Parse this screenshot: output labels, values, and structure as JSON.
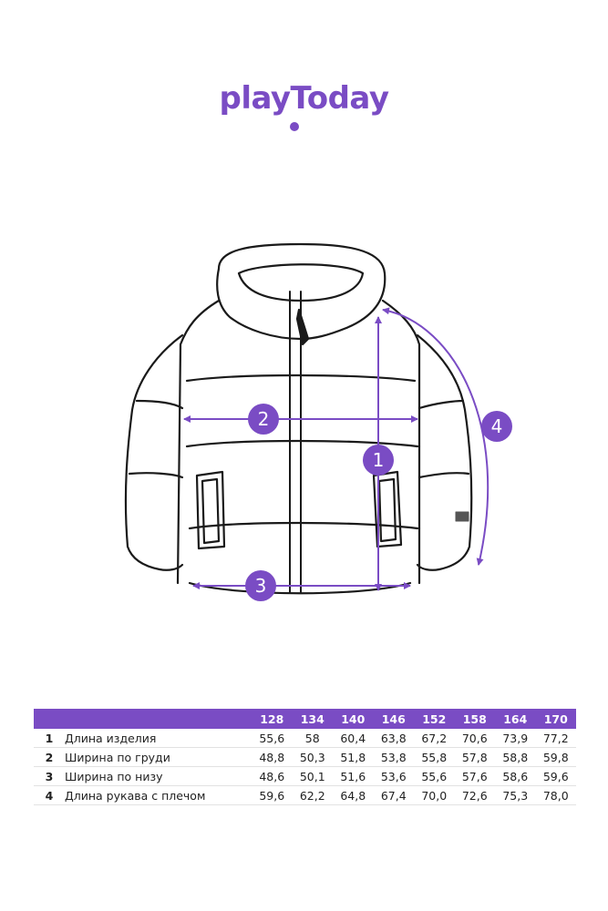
{
  "brand": {
    "logo_text": "playToday",
    "accent_color": "#7a4cc4"
  },
  "markers": [
    "1",
    "2",
    "3",
    "4"
  ],
  "table": {
    "sizes": [
      "128",
      "134",
      "140",
      "146",
      "152",
      "158",
      "164",
      "170"
    ],
    "rows": [
      {
        "index": "1",
        "name": "Длина изделия",
        "values": [
          "55,6",
          "58",
          "60,4",
          "63,8",
          "67,2",
          "70,6",
          "73,9",
          "77,2"
        ]
      },
      {
        "index": "2",
        "name": "Ширина по груди",
        "values": [
          "48,8",
          "50,3",
          "51,8",
          "53,8",
          "55,8",
          "57,8",
          "58,8",
          "59,8"
        ]
      },
      {
        "index": "3",
        "name": "Ширина по низу",
        "values": [
          "48,6",
          "50,1",
          "51,6",
          "53,6",
          "55,6",
          "57,6",
          "58,6",
          "59,6"
        ]
      },
      {
        "index": "4",
        "name": "Длина рукава с плечом",
        "values": [
          "59,6",
          "62,2",
          "64,8",
          "67,4",
          "70,0",
          "72,6",
          "75,3",
          "78,0"
        ]
      }
    ]
  }
}
